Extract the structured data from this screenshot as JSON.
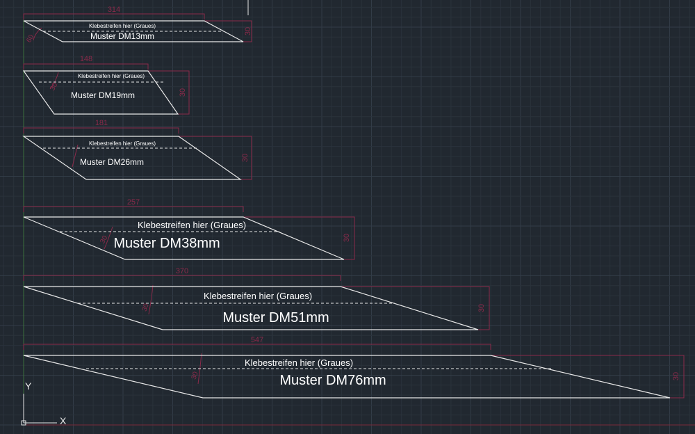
{
  "view": {
    "background": "#212830",
    "grid_minor_color": "#2a323b",
    "grid_major_color": "#323c47",
    "dimension_color": "#8a2a4a",
    "geometry_color": "#e8e8e8",
    "label_color": "#ffffff"
  },
  "ucs_icon": {
    "y_label": "Y",
    "x_label": "X"
  },
  "patterns": [
    {
      "id": "dm13",
      "strip_label": "Klebestreifen hier (Graues)",
      "name": "Muster DM13mm",
      "width_dim": "314",
      "height_dim": "30",
      "angle_dim": "60"
    },
    {
      "id": "dm19",
      "strip_label": "Klebestreifen hier (Graues)",
      "name": "Muster DM19mm",
      "width_dim": "148",
      "height_dim": "30",
      "angle_dim": "30"
    },
    {
      "id": "dm26",
      "strip_label": "Klebestreifen hier (Graues)",
      "name": "Muster DM26mm",
      "width_dim": "181",
      "height_dim": "30",
      "angle_dim": ""
    },
    {
      "id": "dm38",
      "strip_label": "Klebestreifen hier (Graues)",
      "name": "Muster DM38mm",
      "width_dim": "257",
      "height_dim": "30",
      "angle_dim": "30"
    },
    {
      "id": "dm51",
      "strip_label": "Klebestreifen hier (Graues)",
      "name": "Muster DM51mm",
      "width_dim": "370",
      "height_dim": "30",
      "angle_dim": "30"
    },
    {
      "id": "dm76",
      "strip_label": "Klebestreifen hier (Graues)",
      "name": "Muster DM76mm",
      "width_dim": "547",
      "height_dim": "30",
      "angle_dim": "30"
    }
  ]
}
